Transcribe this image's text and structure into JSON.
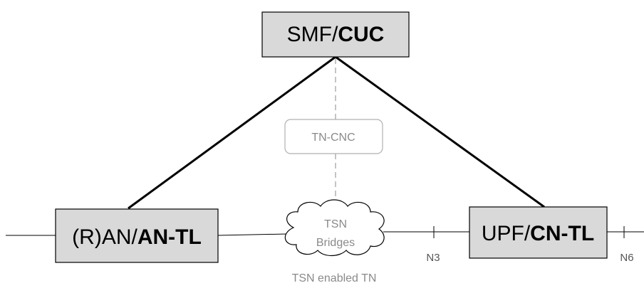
{
  "nodes": {
    "smf": {
      "prefix": "SMF/",
      "bold": "CUC"
    },
    "ran": {
      "prefix": "(R)AN/",
      "bold": "AN-TL"
    },
    "upf": {
      "prefix": "UPF/",
      "bold": "CN-TL"
    },
    "tn_cnc": {
      "label": "TN-CNC"
    },
    "tsn_bridges": {
      "line1": "TSN",
      "line2": "Bridges"
    }
  },
  "interfaces": {
    "n3": "N3",
    "n6": "N6"
  },
  "caption": "TSN enabled TN",
  "colors": {
    "box_fill": "#d9d9d9",
    "grey_text": "#8a8a8a",
    "dashed_line": "#b0b0b0"
  }
}
